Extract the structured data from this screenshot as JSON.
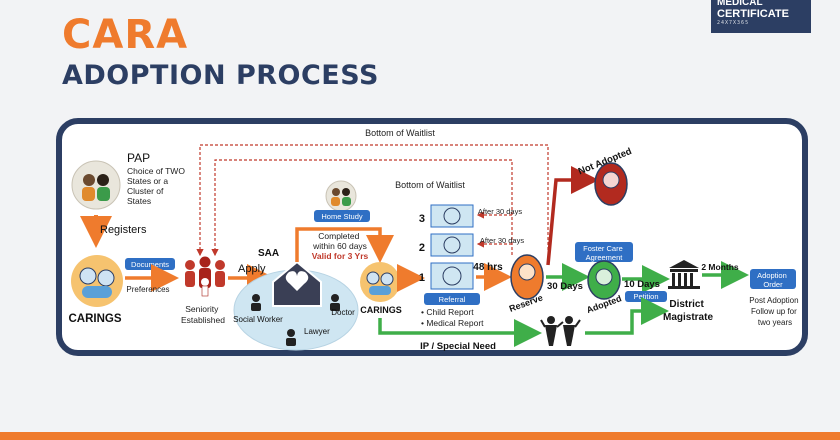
{
  "header": {
    "title": "CARA",
    "subtitle": "ADOPTION PROCESS",
    "logo_line1": "MEDICAL",
    "logo_line2": "CERTIFICATE",
    "logo_line3": "24X7X365"
  },
  "diagram": {
    "top_loop_label": "Bottom of Waitlist",
    "second_loop_label": "Bottom of Waitlist",
    "pap_title": "PAP",
    "pap_desc": [
      "Choice of TWO",
      "States or a",
      "Cluster of",
      "States"
    ],
    "registers": "Registers",
    "caring_left": "CARINGS",
    "documents_badge": "Documents",
    "preferences": "Preferences",
    "seniority": [
      "Seniority",
      "Established"
    ],
    "apply": "Apply",
    "saa": "SAA",
    "social_worker": "Social Worker",
    "doctor": "Doctor",
    "lawyer": "Lawyer",
    "home_study_badge": "Home Study",
    "completed": [
      "Completed",
      "within 60 days"
    ],
    "valid": "Valid for 3 Yrs",
    "caring_mid": "CARINGS",
    "referral_badge": "Referral",
    "referral_items": [
      "Child Report",
      "Medical Report"
    ],
    "ref_numbers": [
      "3",
      "2",
      "1"
    ],
    "after30_a": "After 30 days",
    "after30_b": "After 30 days",
    "hrs48": "48 hrs",
    "reserve": "Reserve",
    "not_adopted": "Not Adopted",
    "days30": "30 Days",
    "foster_badge": [
      "Foster Care",
      "Agreement"
    ],
    "adopted": "Adopted",
    "days10": "10 Days",
    "petition_badge": "Petition",
    "district": [
      "District",
      "Magistrate"
    ],
    "months2": "2 Months",
    "adoption_order_badge": [
      "Adoption",
      "Order"
    ],
    "post_adoption": [
      "Post Adoption",
      "Follow up for",
      "two years"
    ],
    "ip_special": "IP / Special Need"
  },
  "colors": {
    "navy": "#2c3e63",
    "orange": "#ef7b2d",
    "green": "#3fae49",
    "red": "#b22a1f",
    "blue": "#2f6fc4",
    "teal_fill": "#cfe6f2"
  }
}
